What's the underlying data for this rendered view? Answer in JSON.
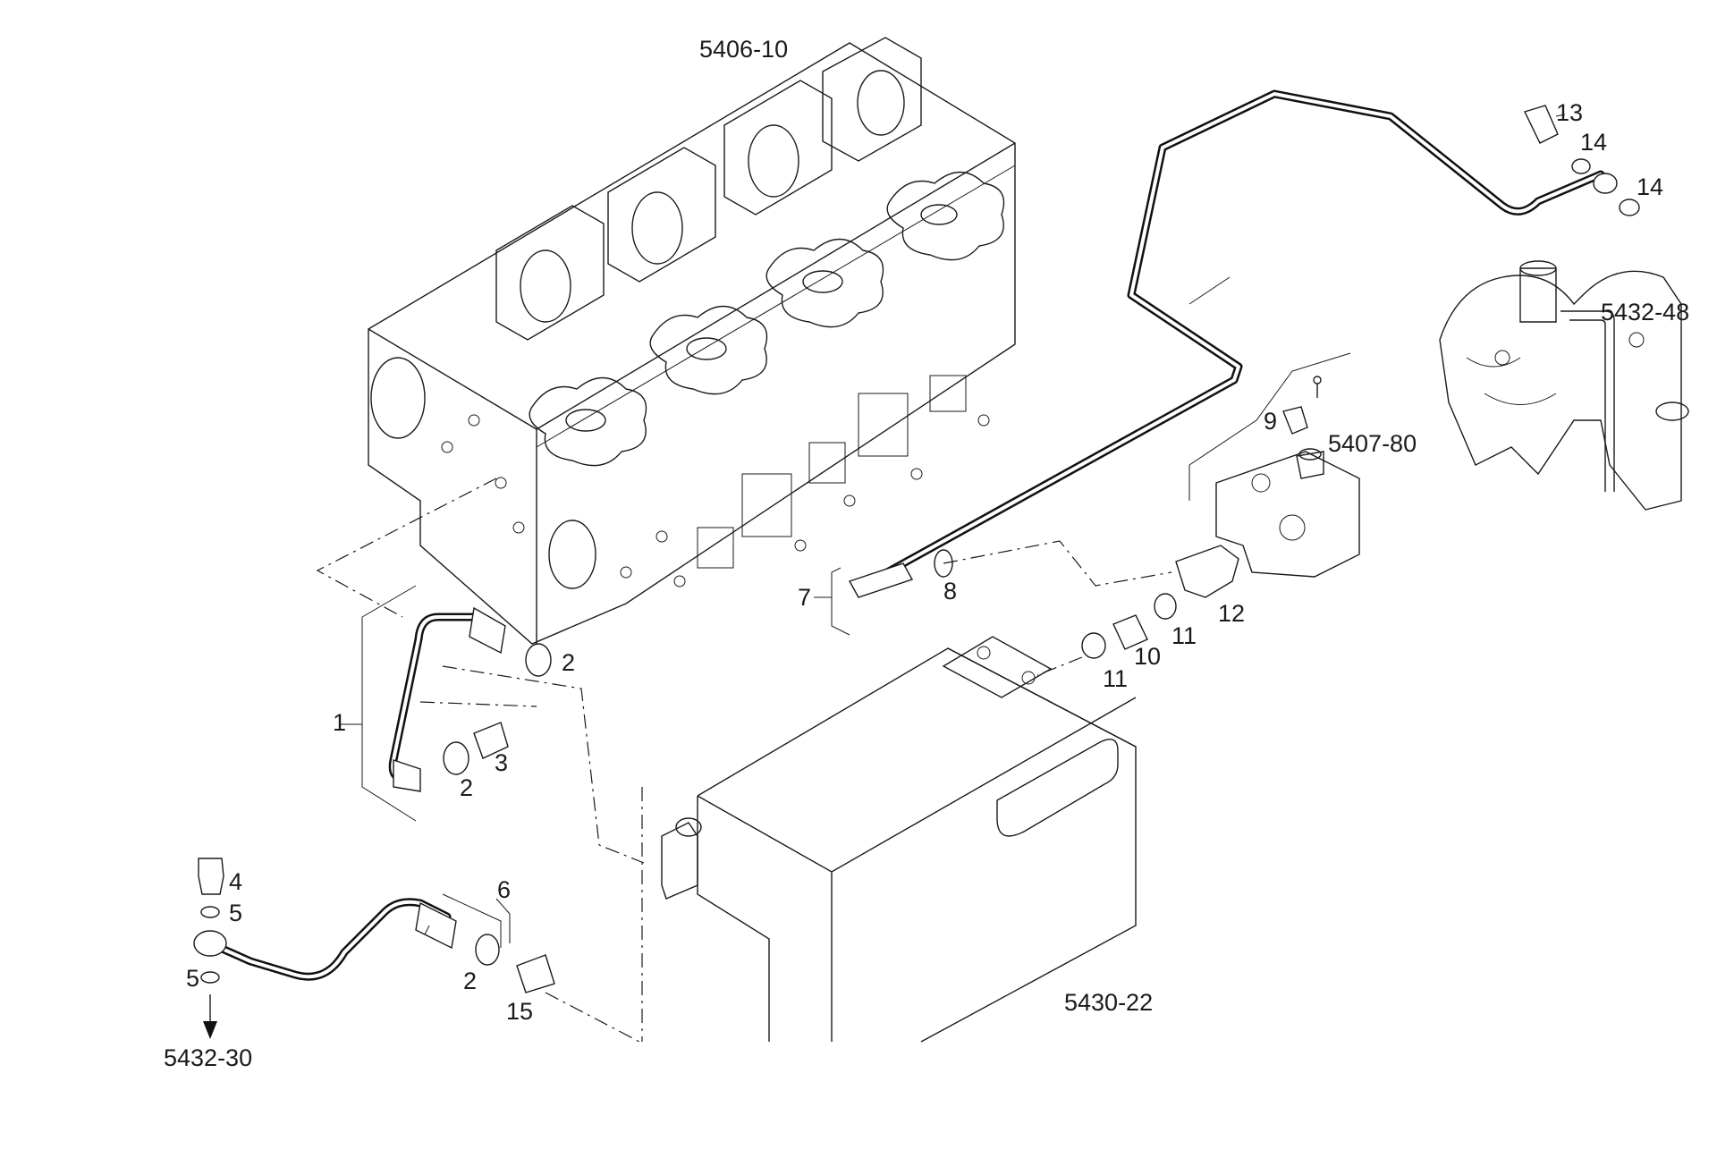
{
  "refs": {
    "cylinder_head": "5406-10",
    "connector_top_right": "5432-48",
    "valve_assembly": "5407-80",
    "injection_pump": "5430-22",
    "continuation_down": "5432-30"
  },
  "callouts": {
    "c1": "1",
    "c2a": "2",
    "c2b": "2",
    "c2c": "2",
    "c3": "3",
    "c4": "4",
    "c5a": "5",
    "c5b": "5",
    "c6": "6",
    "c7": "7",
    "c8": "8",
    "c9": "9",
    "c10": "10",
    "c11a": "11",
    "c11b": "11",
    "c12": "12",
    "c13": "13",
    "c14a": "14",
    "c14b": "14",
    "c15": "15"
  }
}
